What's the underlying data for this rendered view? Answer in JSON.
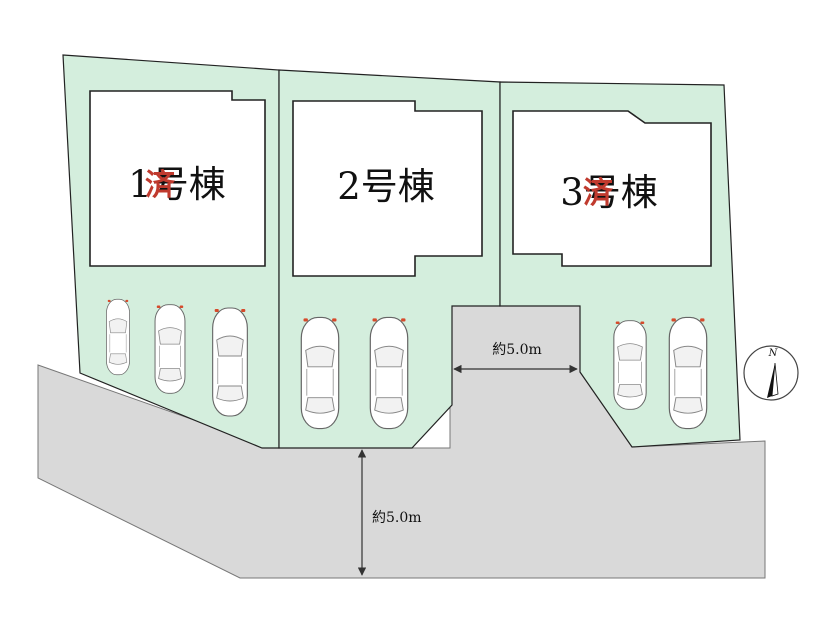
{
  "lots": [
    {
      "id": "1",
      "label": "1号棟",
      "status": "sold"
    },
    {
      "id": "2",
      "label": "2号棟",
      "status": "available"
    },
    {
      "id": "3",
      "label": "3号棟",
      "status": "sold"
    }
  ],
  "dimensions": {
    "driveway_width": "約5.0m",
    "road_width": "約5.0m"
  },
  "compass": {
    "label": "N"
  },
  "colors": {
    "lot_fill": "#d4eedd",
    "road_fill": "#d9d9d9",
    "sold_mark": "#c03a2e"
  }
}
